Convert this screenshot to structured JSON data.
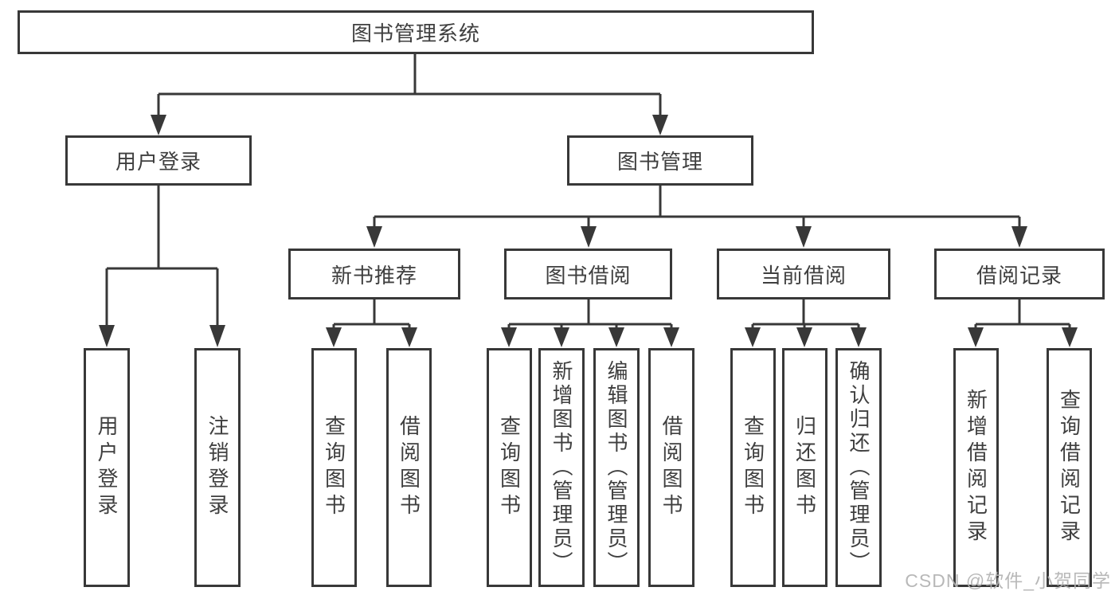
{
  "diagram": {
    "title": "图书管理系统",
    "nodes": {
      "root": "图书管理系统",
      "user_login": "用户登录",
      "book_mgmt": "图书管理",
      "new_book": "新书推荐",
      "book_borrow": "图书借阅",
      "current_borrow": "当前借阅",
      "borrow_record": "借阅记录"
    },
    "leaves": {
      "user_login": [
        "用户登录",
        "注销登录"
      ],
      "new_book": [
        "查询图书",
        "借阅图书"
      ],
      "book_borrow": [
        "查询图书",
        "新增图书（管理员）",
        "编辑图书（管理员）",
        "借阅图书"
      ],
      "current_borrow": [
        "查询图书",
        "归还图书",
        "确认归还（管理员）"
      ],
      "borrow_record": [
        "新增借阅记录",
        "查询借阅记录"
      ]
    },
    "hierarchy": {
      "图书管理系统": [
        "用户登录",
        "图书管理"
      ],
      "用户登录": [
        "用户登录",
        "注销登录"
      ],
      "图书管理": [
        "新书推荐",
        "图书借阅",
        "当前借阅",
        "借阅记录"
      ],
      "新书推荐": [
        "查询图书",
        "借阅图书"
      ],
      "图书借阅": [
        "查询图书",
        "新增图书（管理员）",
        "编辑图书（管理员）",
        "借阅图书"
      ],
      "当前借阅": [
        "查询图书",
        "归还图书",
        "确认归还（管理员）"
      ],
      "借阅记录": [
        "新增借阅记录",
        "查询借阅记录"
      ]
    },
    "colors": {
      "line": "#383838",
      "text": "#3f3f3f",
      "background": "#ffffff",
      "watermark": "#b3b3b3"
    },
    "watermark": "CSDN @软件_小贺同学"
  }
}
